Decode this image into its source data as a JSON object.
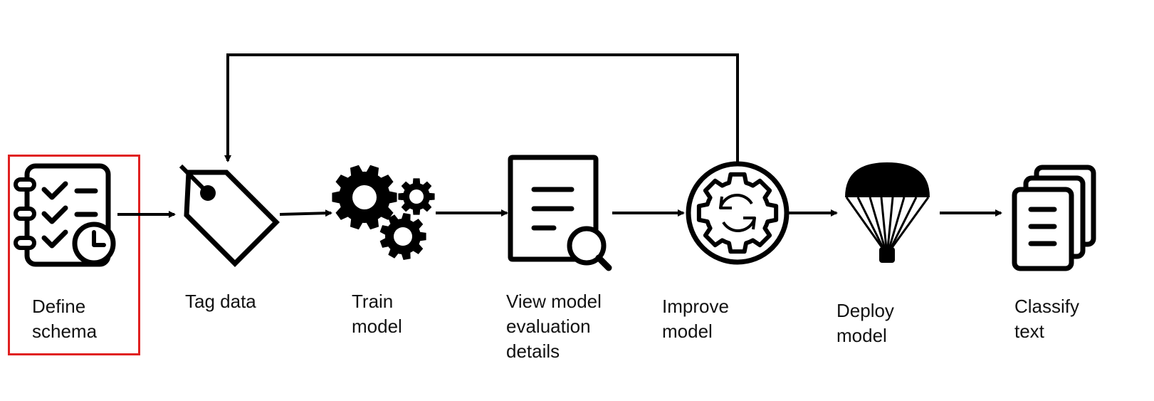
{
  "diagram": {
    "highlight_color": "#e02020",
    "highlighted_step": "define-schema",
    "steps": [
      {
        "id": "define-schema",
        "icon": "checklist-clock-icon",
        "label": "Define\nschema"
      },
      {
        "id": "tag-data",
        "icon": "tag-icon",
        "label": "Tag data"
      },
      {
        "id": "train-model",
        "icon": "gears-icon",
        "label": "Train\nmodel"
      },
      {
        "id": "view-model-evaluation",
        "icon": "document-search-icon",
        "label": "View model\nevaluation\ndetails"
      },
      {
        "id": "improve-model",
        "icon": "gear-refresh-icon",
        "label": "Improve\nmodel"
      },
      {
        "id": "deploy-model",
        "icon": "parachute-icon",
        "label": "Deploy\nmodel"
      },
      {
        "id": "classify-text",
        "icon": "documents-stack-icon",
        "label": "Classify\ntext"
      }
    ],
    "feedback_loop": {
      "from": "improve-model",
      "to": "tag-data"
    }
  }
}
